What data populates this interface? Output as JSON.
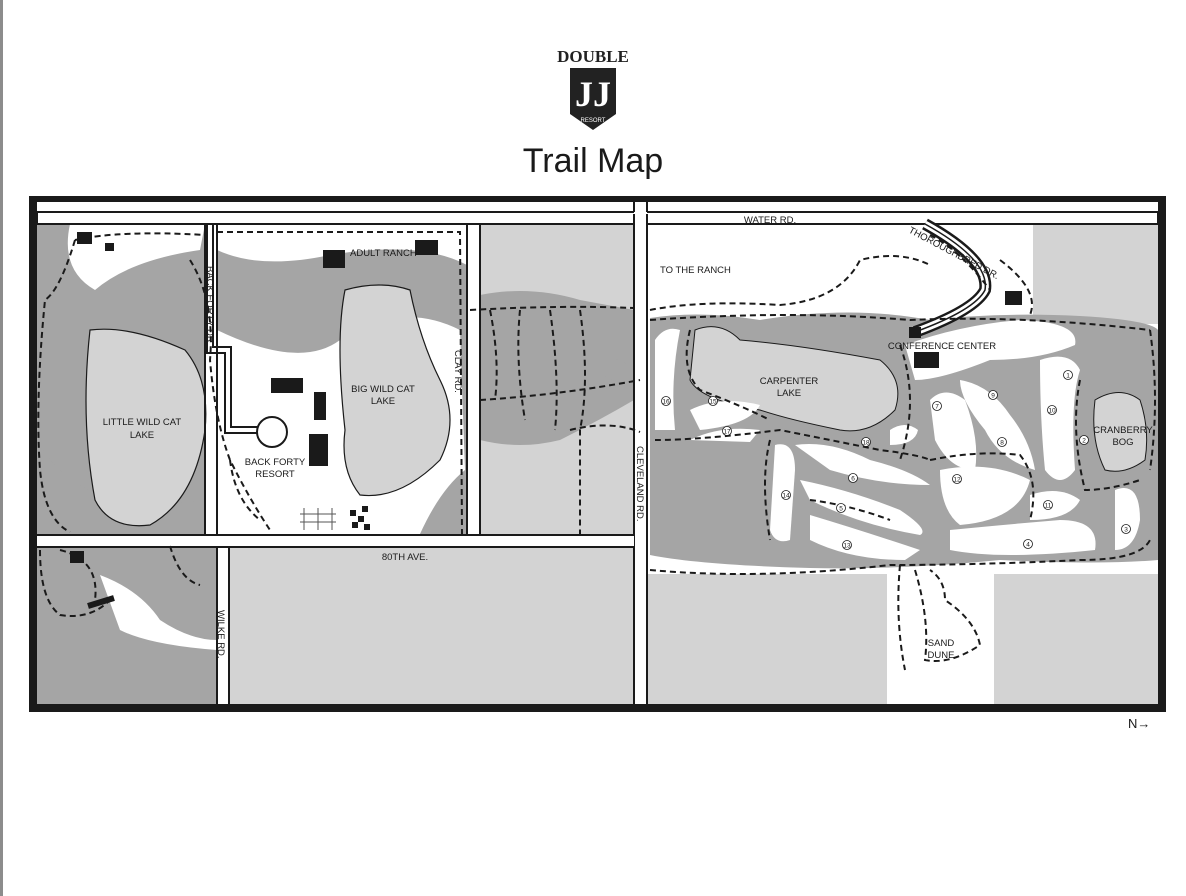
{
  "logo": {
    "text_top": "DOUBLE",
    "text_mid": "JJ",
    "text_bottom": "RESORT"
  },
  "title": "Trail Map",
  "roads": {
    "water": "WATER RD.",
    "thoroughbred": "THOROUGHBRED DR.",
    "back_forty": "BACK FORTY DR.",
    "clay": "CLAY RD.",
    "cleveland": "CLEVELAND RD.",
    "eightieth": "80TH AVE.",
    "wilke": "WILKE RD."
  },
  "places": {
    "adult_ranch": "ADULT RANCH",
    "to_the_ranch": "TO THE RANCH",
    "conference_center": "CONFERENCE CENTER",
    "little_wild_cat_1": "LITTLE WILD CAT",
    "little_wild_cat_2": "LAKE",
    "big_wild_cat_1": "BIG WILD CAT",
    "big_wild_cat_2": "LAKE",
    "back_forty_1": "BACK FORTY",
    "back_forty_2": "RESORT",
    "carpenter_1": "CARPENTER",
    "carpenter_2": "LAKE",
    "cranberry_1": "CRANBERRY",
    "cranberry_2": "BOG",
    "sand_dune_1": "SAND",
    "sand_dune_2": "DUNE"
  },
  "holes": [
    "1",
    "2",
    "3",
    "4",
    "5",
    "6",
    "7",
    "8",
    "9",
    "10",
    "11",
    "12",
    "13",
    "14",
    "15",
    "16",
    "17",
    "18"
  ],
  "north": "N→",
  "colors": {
    "border": "#1a1a1a",
    "land": "#a5a5a5",
    "light": "#d3d3d3",
    "lake": "#d3d3d3",
    "road": "#ffffff",
    "trail": "#1a1a1a"
  }
}
